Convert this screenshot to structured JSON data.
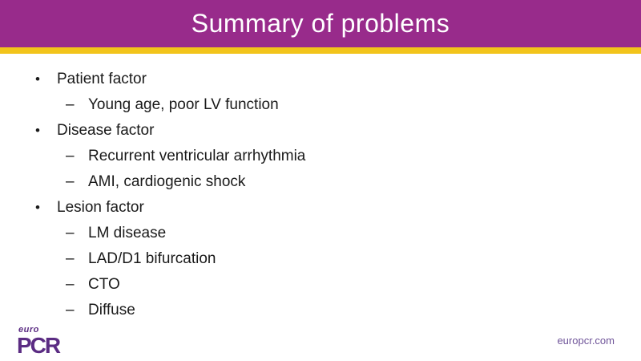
{
  "header": {
    "title": "Summary of problems",
    "bg_color": "#982B8B",
    "accent_color": "#F2C41B",
    "title_color": "#FFFFFF"
  },
  "content": {
    "bullets": [
      {
        "level": 1,
        "text": "Patient factor"
      },
      {
        "level": 2,
        "text": "Young age, poor LV function"
      },
      {
        "level": 1,
        "text": "Disease factor"
      },
      {
        "level": 2,
        "text": "Recurrent ventricular arrhythmia"
      },
      {
        "level": 2,
        "text": "AMI, cardiogenic shock"
      },
      {
        "level": 1,
        "text": "Lesion factor"
      },
      {
        "level": 2,
        "text": "LM disease"
      },
      {
        "level": 2,
        "text": "LAD/D1 bifurcation"
      },
      {
        "level": 2,
        "text": "CTO"
      },
      {
        "level": 2,
        "text": "Diffuse"
      }
    ],
    "markers": {
      "level1": "•",
      "level2": "–"
    }
  },
  "footer": {
    "logo": {
      "line1": "euro",
      "line2": "PCR",
      "color": "#5B2C83"
    },
    "website": "europcr.com",
    "website_color": "#6F5499"
  }
}
